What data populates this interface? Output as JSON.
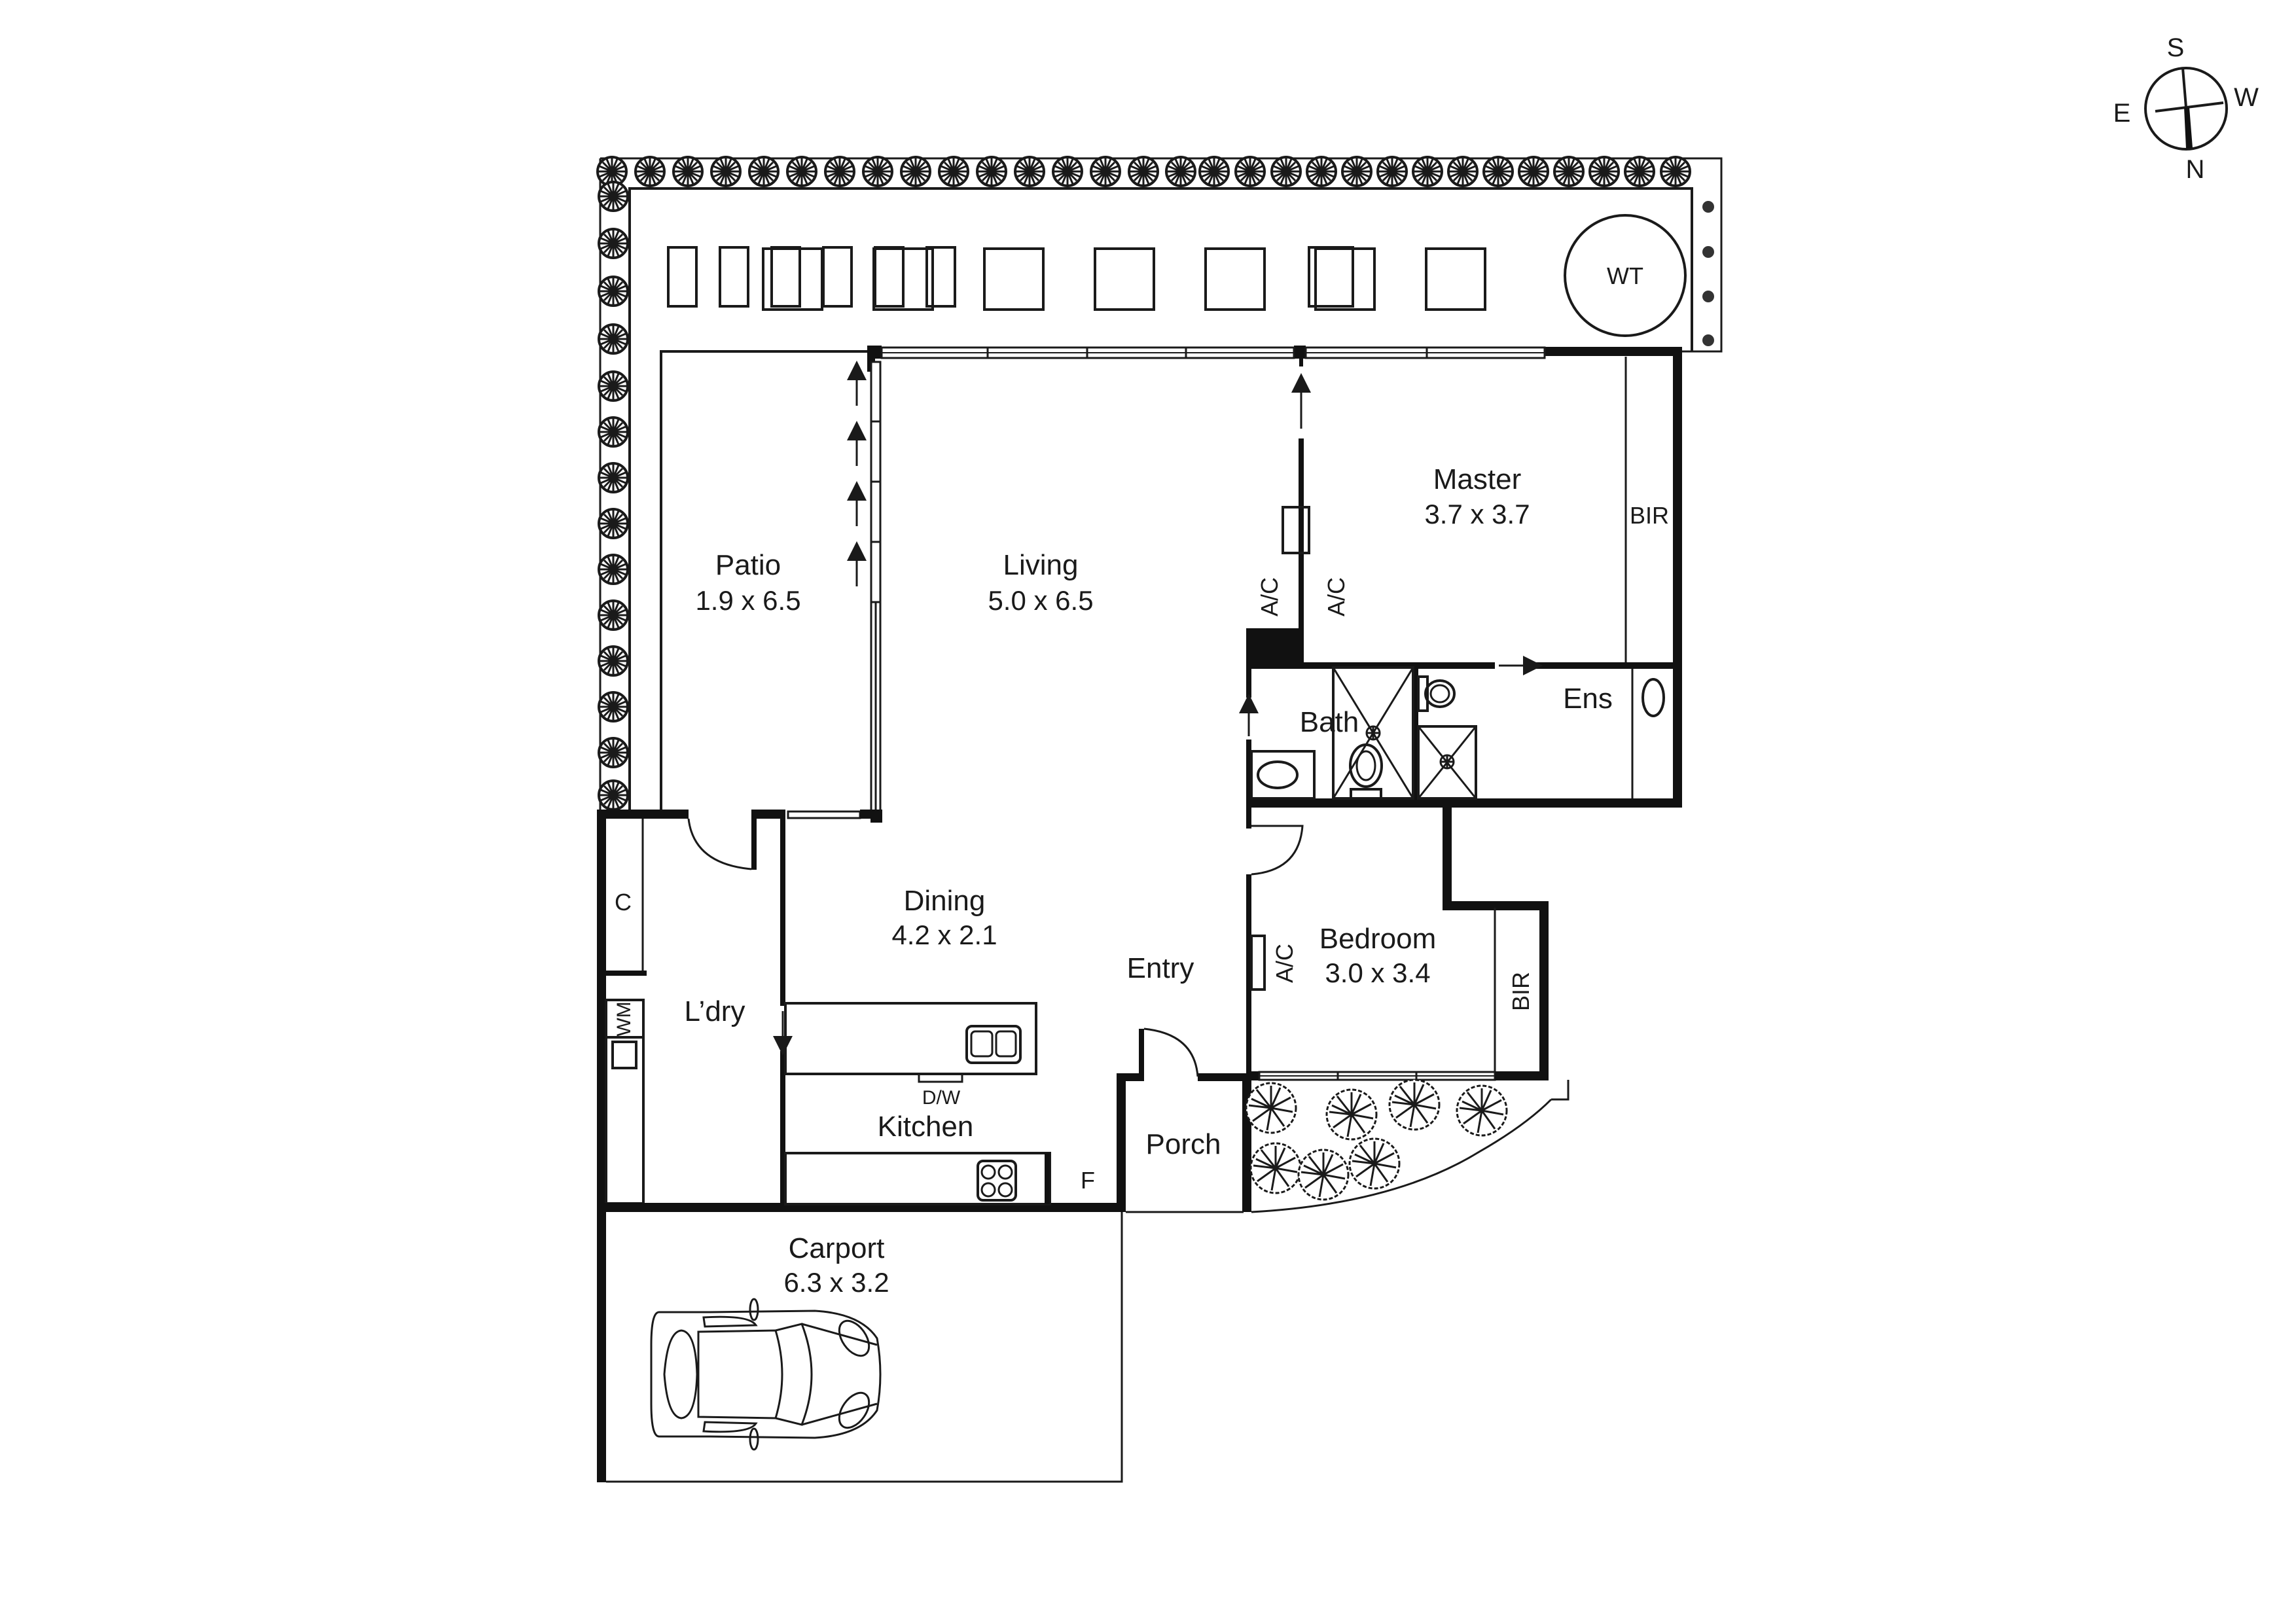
{
  "compass": {
    "north": "N",
    "south": "S",
    "east": "E",
    "west": "W"
  },
  "garden": {
    "water_tank_label": "WT",
    "planter_count": 7
  },
  "rooms": {
    "patio": {
      "name": "Patio",
      "dimensions": "1.9 x 6.5"
    },
    "living": {
      "name": "Living",
      "dimensions": "5.0 x 6.5"
    },
    "master": {
      "name": "Master",
      "dimensions": "3.7 x 3.7"
    },
    "master_bir": {
      "name": "BIR"
    },
    "bath": {
      "name": "Bath"
    },
    "ensuite": {
      "name": "Ens"
    },
    "dining": {
      "name": "Dining",
      "dimensions": "4.2 x 2.1"
    },
    "entry": {
      "name": "Entry"
    },
    "bedroom": {
      "name": "Bedroom",
      "dimensions": "3.0 x 3.4"
    },
    "bedroom_bir": {
      "name": "BIR"
    },
    "laundry": {
      "name": "L’dry"
    },
    "cupboard": {
      "name": "C"
    },
    "washing_machine": {
      "name": "WM"
    },
    "kitchen": {
      "name": "Kitchen"
    },
    "dishwasher": {
      "name": "D/W"
    },
    "fridge": {
      "name": "F"
    },
    "porch": {
      "name": "Porch"
    },
    "carport": {
      "name": "Carport",
      "dimensions": "6.3 x 3.2"
    }
  },
  "fixtures": {
    "ac_label": "A/C"
  },
  "colors": {
    "line": "#111111",
    "background": "#ffffff"
  }
}
